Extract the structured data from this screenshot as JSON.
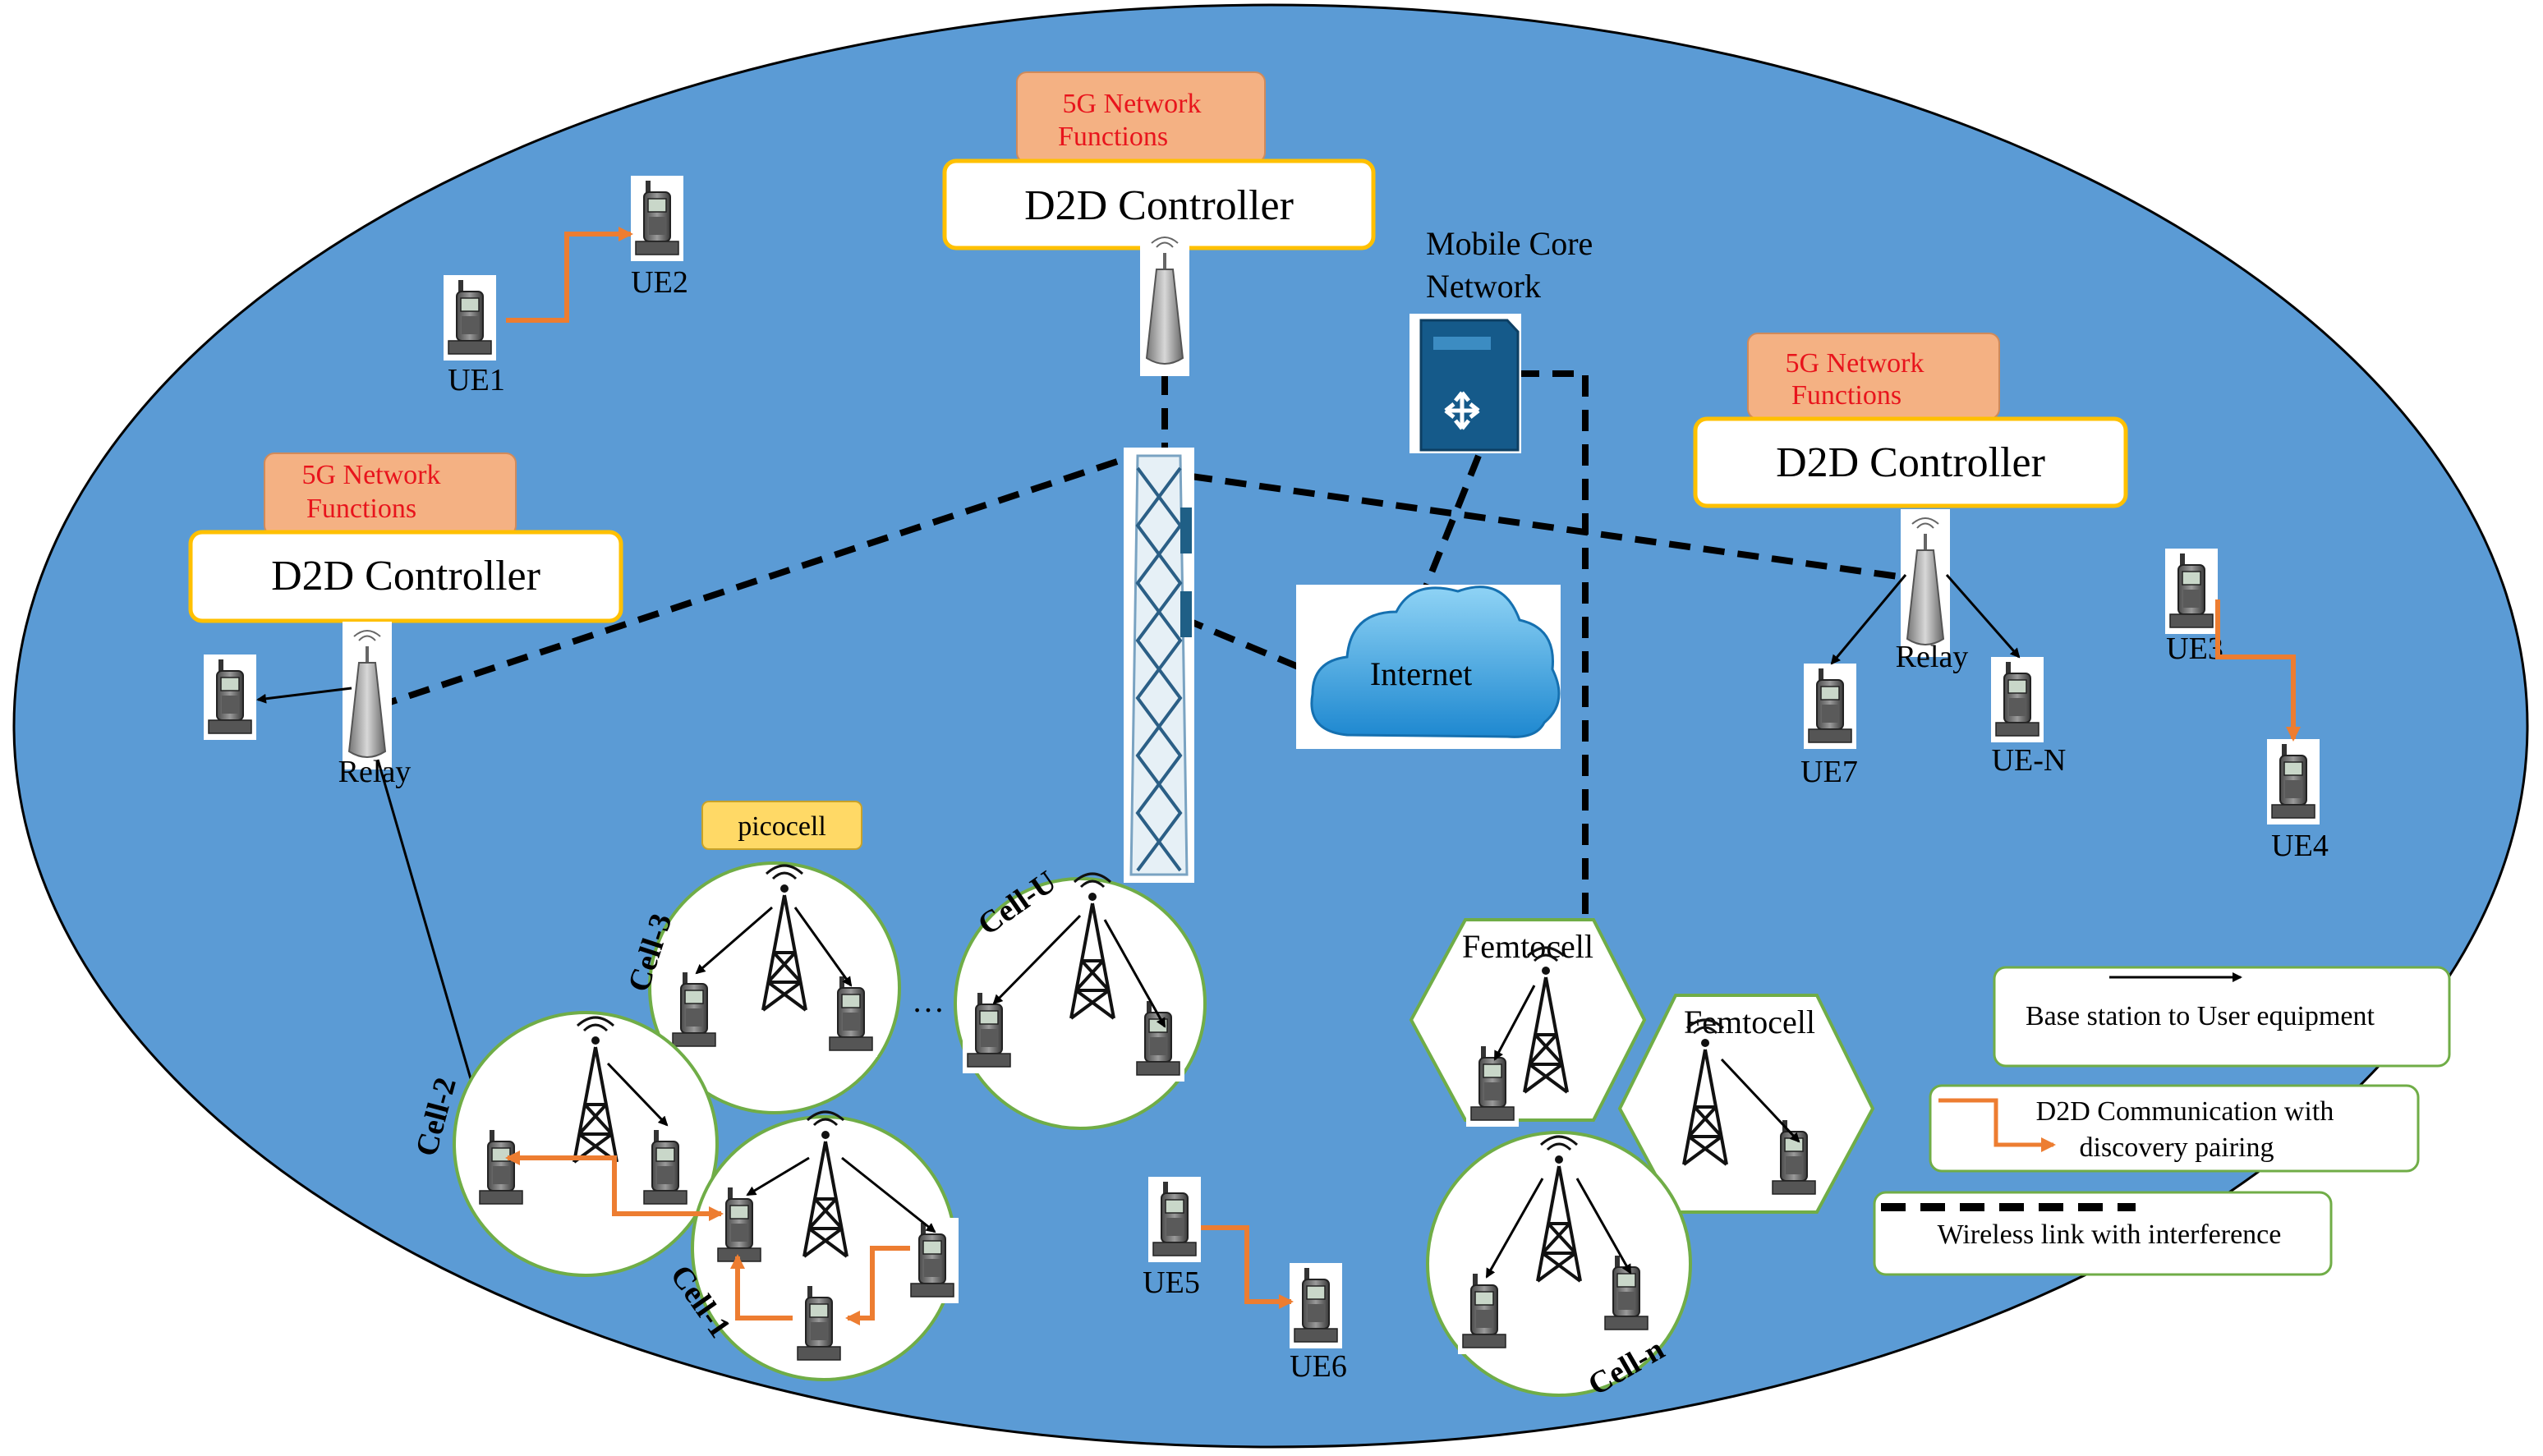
{
  "controllers": [
    {
      "functions_line1": "5G Network",
      "functions_line2": "Functions",
      "title": "D2D Controller"
    },
    {
      "functions_line1": "5G Network",
      "functions_line2": "Functions",
      "title": "D2D Controller"
    },
    {
      "functions_line1": "5G Network",
      "functions_line2": "Functions",
      "title": "D2D Controller"
    }
  ],
  "core": {
    "line1": "Mobile Core",
    "line2": "Network"
  },
  "internet": "Internet",
  "relays": [
    "Relay",
    "Relay"
  ],
  "ue_labels": {
    "ue1": "UE1",
    "ue2": "UE2",
    "ue3": "UE3",
    "ue4": "UE4",
    "ue5": "UE5",
    "ue6": "UE6",
    "ue7": "UE7",
    "uen": "UE-N"
  },
  "picocell": "picocell",
  "cells": {
    "cell1": "Cell-1",
    "cell2": "Cell-2",
    "cell3": "Cell-3",
    "cellu": "Cell-U",
    "celln": "Cell-n"
  },
  "ellipsis": "…",
  "femtocells": [
    "Femtocell",
    "Femtocell"
  ],
  "legend": {
    "bs_to_ue": "Base station to User equipment",
    "d2d_line1": "D2D Communication with",
    "d2d_line2": "discovery pairing",
    "wireless": "Wireless link with interference"
  },
  "colors": {
    "sky": "#5b9bd5",
    "orange": "#ed7d31",
    "ctrl_border": "#ffc000",
    "legend_border": "#70ad47",
    "func_fill": "#f4b183",
    "func_text": "#e8141c",
    "pico_fill": "#ffd966"
  }
}
